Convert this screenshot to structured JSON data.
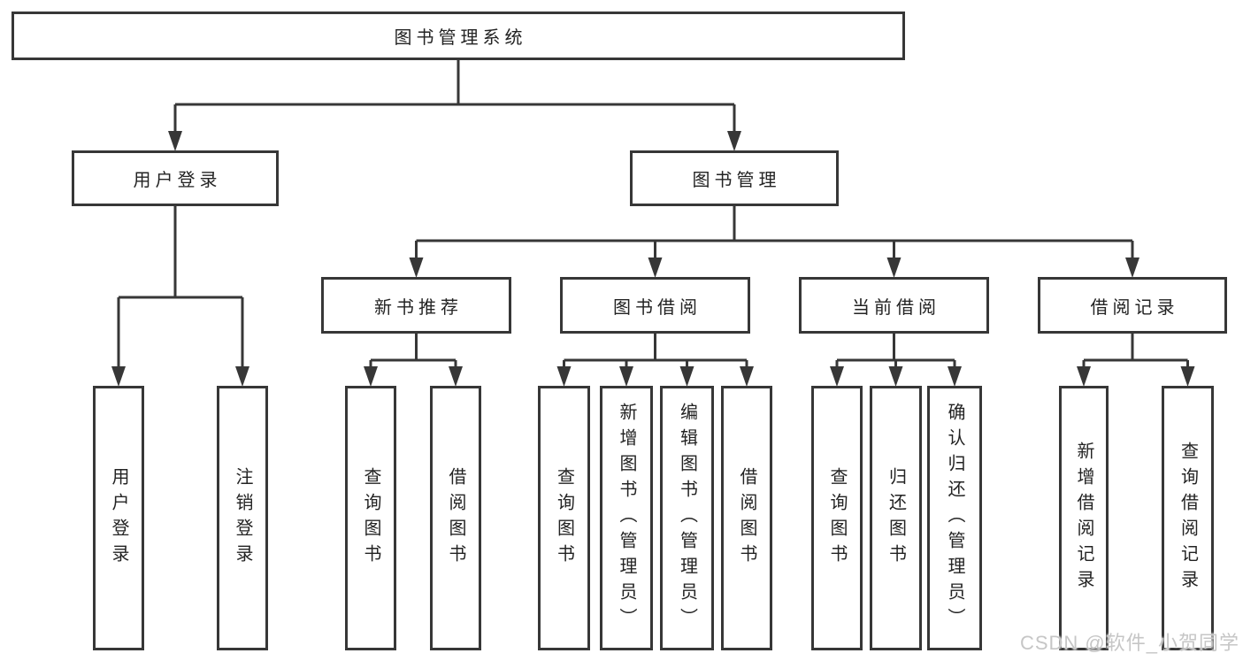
{
  "tree": {
    "id": "root",
    "label": "图书管理系统",
    "children": [
      {
        "id": "user-login",
        "label": "用户登录",
        "children": [
          {
            "id": "login",
            "label": "用户登录"
          },
          {
            "id": "logout",
            "label": "注销登录"
          }
        ]
      },
      {
        "id": "book-mgmt",
        "label": "图书管理",
        "children": [
          {
            "id": "new-books",
            "label": "新书推荐",
            "children": [
              {
                "id": "nb-query",
                "label": "查询图书"
              },
              {
                "id": "nb-borrow",
                "label": "借阅图书"
              }
            ]
          },
          {
            "id": "borrowing",
            "label": "图书借阅",
            "children": [
              {
                "id": "bw-query",
                "label": "查询图书"
              },
              {
                "id": "bw-add",
                "label": "新增图书（管理员）"
              },
              {
                "id": "bw-edit",
                "label": "编辑图书（管理员）"
              },
              {
                "id": "bw-borrow",
                "label": "借阅图书"
              }
            ]
          },
          {
            "id": "current",
            "label": "当前借阅",
            "children": [
              {
                "id": "cur-query",
                "label": "查询图书"
              },
              {
                "id": "cur-return",
                "label": "归还图书"
              },
              {
                "id": "cur-confirm",
                "label": "确认归还（管理员）"
              }
            ]
          },
          {
            "id": "records",
            "label": "借阅记录",
            "children": [
              {
                "id": "rec-add",
                "label": "新增借阅记录"
              },
              {
                "id": "rec-query",
                "label": "查询借阅记录"
              }
            ]
          }
        ]
      }
    ]
  },
  "watermark": "CSDN @软件_小贺同学",
  "colors": {
    "line": "#373737",
    "box_border": "#373737",
    "box_fill": "#ffffff",
    "text": "#232323",
    "background": "#ffffff",
    "watermark": "#c6c6c6"
  }
}
